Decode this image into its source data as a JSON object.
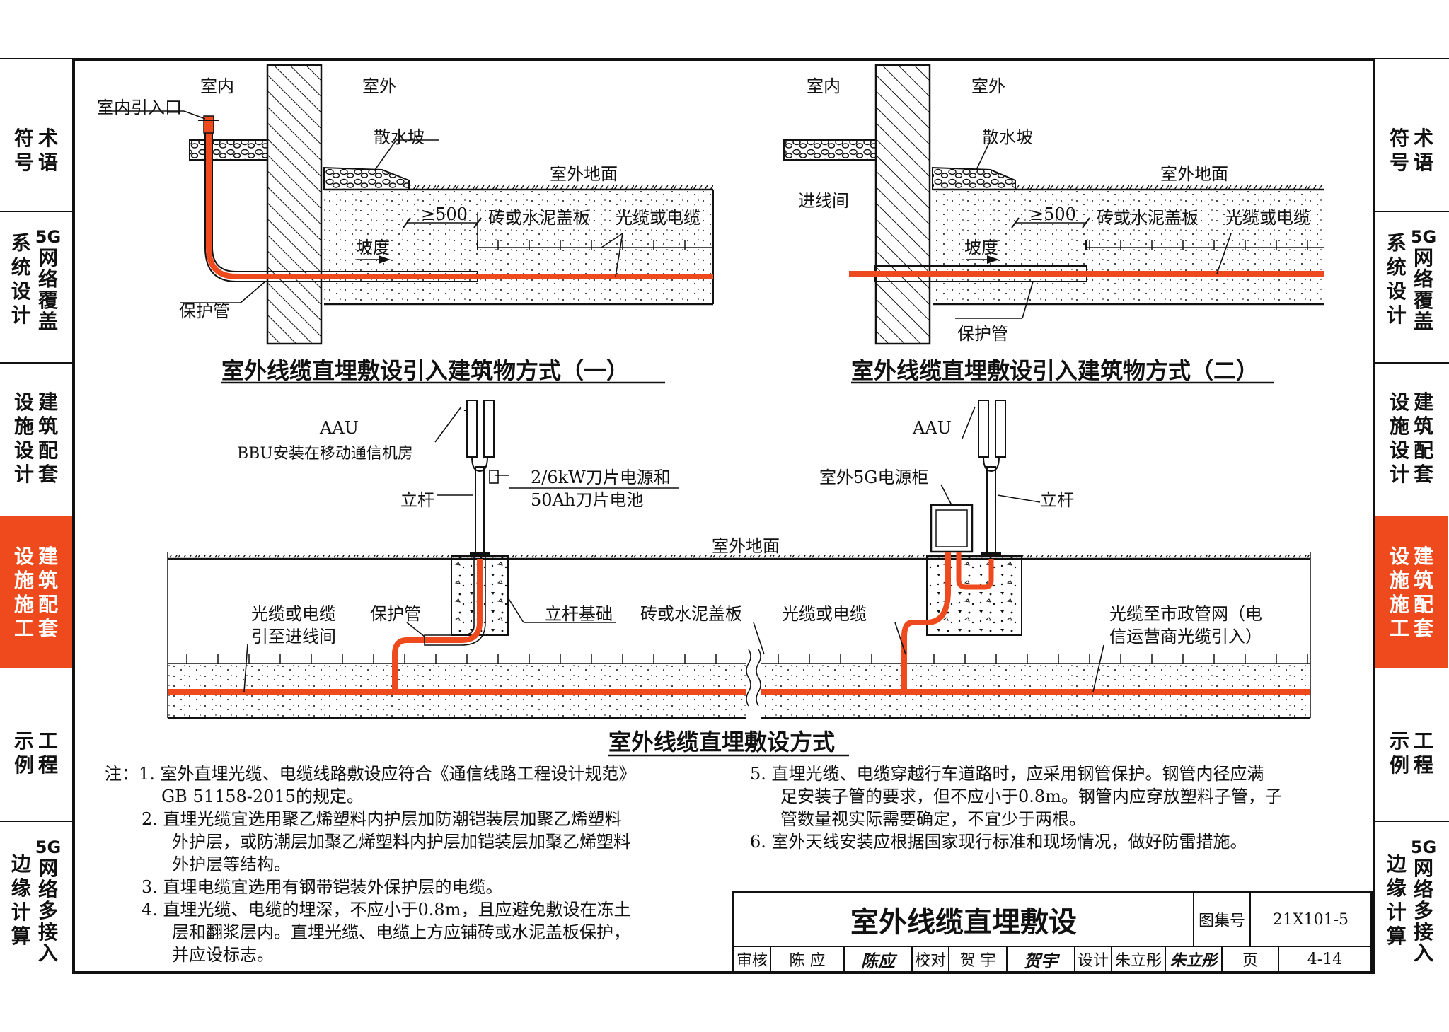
{
  "left_sidebar": [
    {
      "label": "术语符号",
      "cols": [
        "术语",
        "符号"
      ],
      "active": false
    },
    {
      "label": "5G网络覆盖系统设计",
      "cols": [
        "5G网络覆盖",
        "系统设计"
      ],
      "active": false
    },
    {
      "label": "建筑配套设施设计",
      "cols": [
        "建筑配套",
        "设施设计"
      ],
      "active": false
    },
    {
      "label": "建筑配套设施施工",
      "cols": [
        "建筑配套",
        "设施施工"
      ],
      "active": true
    },
    {
      "label": "工程示例",
      "cols": [
        "工程",
        "示例"
      ],
      "active": false
    },
    {
      "label": "5G多接入边缘计算",
      "cols": [
        "5G网络多接入",
        "边缘计算"
      ],
      "active": false
    }
  ],
  "right_sidebar": [
    {
      "label": "术语符号",
      "cols": [
        "术语",
        "符号"
      ],
      "active": false
    },
    {
      "label": "5G网络覆盖系统设计",
      "cols": [
        "5G网络覆盖",
        "系统设计"
      ],
      "active": false
    },
    {
      "label": "建筑配套设施设计",
      "cols": [
        "建筑配套",
        "设施设计"
      ],
      "active": false
    },
    {
      "label": "建筑配套设施施工",
      "cols": [
        "建筑配套",
        "设施施工"
      ],
      "active": true
    },
    {
      "label": "工程示例",
      "cols": [
        "工程",
        "示例"
      ],
      "active": false
    },
    {
      "label": "5G多接入边缘计算",
      "cols": [
        "5G网络多接入",
        "边缘计算"
      ],
      "active": false
    }
  ],
  "diagram1": {
    "indoor": "室内",
    "outdoor": "室外",
    "entry": "室内引入口",
    "apron": "散水坡",
    "ground": "室外地面",
    "dist": "≥500",
    "cover": "砖或水泥盖板",
    "cable": "光缆或电缆",
    "slope": "坡度",
    "pipe": "保护管",
    "title": "室外线缆直埋敷设引入建筑物方式（一）"
  },
  "diagram2": {
    "indoor": "室内",
    "outdoor": "室外",
    "room": "进线间",
    "apron": "散水坡",
    "ground": "室外地面",
    "dist": "≥500",
    "cover": "砖或水泥盖板",
    "cable": "光缆或电缆",
    "slope": "坡度",
    "pipe": "保护管",
    "title": "室外线缆直埋敷设引入建筑物方式（二）"
  },
  "diagram3": {
    "aau1": "AAU",
    "bbu": "BBU安装在移动通信机房",
    "power1": "2/6kW刀片电源和",
    "power2": "50Ah刀片电池",
    "pole1": "立杆",
    "aau2": "AAU",
    "cabinet": "室外5G电源柜",
    "pole2": "立杆",
    "ground": "室外地面",
    "cable_a1": "光缆或电缆",
    "cable_a2": "引至进线间",
    "pipe": "保护管",
    "foundation": "立杆基础",
    "cover": "砖或水泥盖板",
    "cable_b": "光缆或电缆",
    "muni1": "光缆至市政管网（电",
    "muni2": "信运营商光缆引入）",
    "title": "室外线缆直埋敷设方式"
  },
  "notes_left": [
    "注：1. 室外直埋光缆、电缆线路敷设应符合《通信线路工程设计规范》",
    "GB 51158-2015的规定。",
    "2. 直埋光缆宜选用聚乙烯塑料内护层加防潮铠装层加聚乙烯塑料",
    "外护层，或防潮层加聚乙烯塑料内护层加铠装层加聚乙烯塑料",
    "外护层等结构。",
    "3. 直埋电缆宜选用有钢带铠装外保护层的电缆。",
    "4. 直埋光缆、电缆的埋深，不应小于0.8m，且应避免敷设在冻土",
    "层和翻浆层内。直埋光缆、电缆上方应铺砖或水泥盖板保护，",
    "并应设标志。"
  ],
  "notes_right": [
    "5. 直埋光缆、电缆穿越行车道路时，应采用钢管保护。钢管内径应满",
    "足安装子管的要求，但不应小于0.8m。钢管内应穿放塑料子管，子",
    "管数量视实际需要确定，不宜少于两根。",
    "6. 室外天线安装应根据国家现行标准和现场情况，做好防雷措施。"
  ],
  "title_block": {
    "title": "室外线缆直埋敷设",
    "atlas_label": "图集号",
    "atlas_no": "21X101-5",
    "review_label": "审核",
    "review_name": "陈 应",
    "review_sig": "陈应",
    "check_label": "校对",
    "check_name": "贺 宇",
    "check_sig": "贺宇",
    "design_label": "设计",
    "design_name": "朱立彤",
    "design_sig": "朱立彤",
    "page_label": "页",
    "page_no": "4-14"
  },
  "colors": {
    "cable": "#ee4a1e",
    "tab_active": "#ee4a1e"
  }
}
